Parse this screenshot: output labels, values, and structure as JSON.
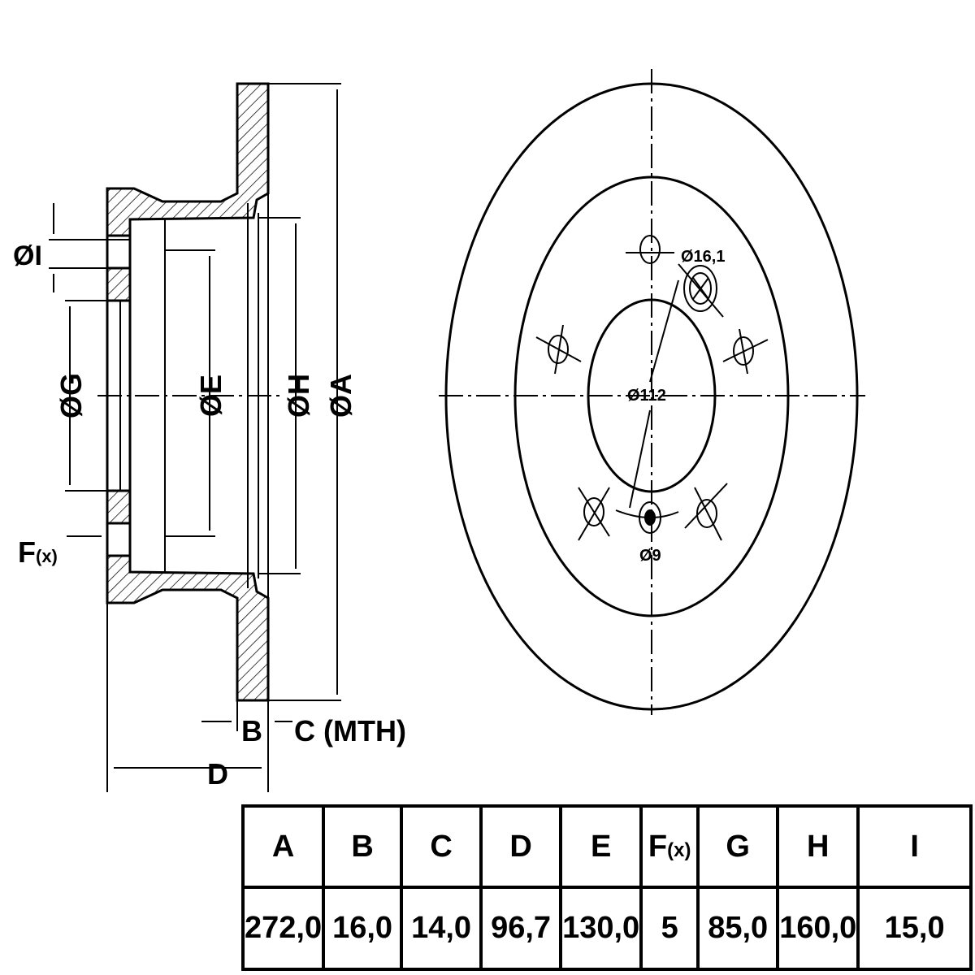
{
  "side_view": {
    "labels": {
      "I": "ØI",
      "G": "ØG",
      "E": "ØE",
      "H": "ØH",
      "A": "ØA",
      "F": "F",
      "F_sub": "(x)",
      "B": "B",
      "C": "C (MTH)",
      "D": "D"
    }
  },
  "front_view": {
    "labels": {
      "hole_large": "Ø16,1",
      "pcd": "Ø112",
      "hole_small": "Ø9"
    }
  },
  "table": {
    "headers": [
      "A",
      "B",
      "C",
      "D",
      "E",
      "F",
      "G",
      "H",
      "I"
    ],
    "f_sub": "(x)",
    "values": [
      "272,0",
      "16,0",
      "14,0",
      "96,7",
      "130,0",
      "5",
      "85,0",
      "160,0",
      "15,0"
    ]
  },
  "colors": {
    "line": "#000000",
    "background": "#ffffff"
  }
}
